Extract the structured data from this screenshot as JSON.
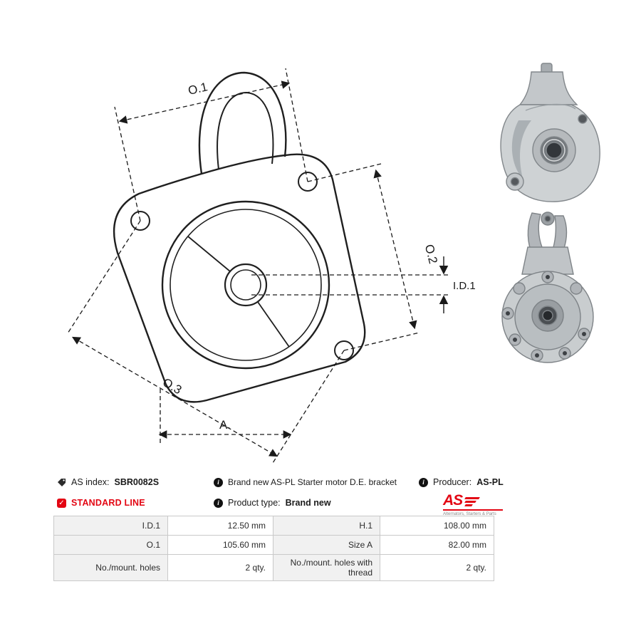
{
  "diagram": {
    "labels": {
      "o1": "O.1",
      "o2": "O.2",
      "id1": "I.D.1",
      "o3": "O.3",
      "a": "A."
    }
  },
  "info": {
    "as_index_label": "AS index:",
    "as_index_value": "SBR0082S",
    "standard_line": "STANDARD LINE",
    "description": "Brand new AS-PL Starter motor D.E. bracket",
    "product_type_label": "Product type:",
    "product_type_value": "Brand new",
    "producer_label": "Producer:",
    "producer_value": "AS-PL",
    "logo_text": "AS",
    "logo_sub": "Alternators, Starters & Parts"
  },
  "icons": {
    "info_glyph": "i",
    "check_glyph": "✓"
  },
  "colors": {
    "accent_red": "#e30613",
    "text": "#1a1a1a",
    "table_border": "#c9c9c9",
    "table_key_bg": "#f1f1f1"
  },
  "specs": {
    "rows": [
      {
        "k1": "I.D.1",
        "v1": "12.50 mm",
        "k2": "H.1",
        "v2": "108.00 mm"
      },
      {
        "k1": "O.1",
        "v1": "105.60 mm",
        "k2": "Size A",
        "v2": "82.00 mm"
      },
      {
        "k1": "No./mount. holes",
        "v1": "2 qty.",
        "k2": "No./mount. holes with thread",
        "v2": "2 qty."
      }
    ]
  }
}
